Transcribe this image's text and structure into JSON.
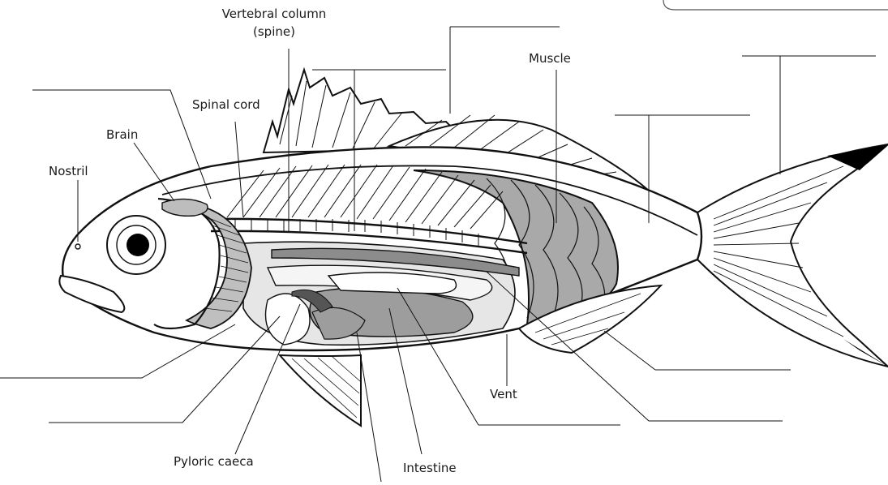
{
  "labels": {
    "vertebral_column_line1": "Vertebral column",
    "vertebral_column_line2": "(spine)",
    "muscle": "Muscle",
    "spinal_cord": "Spinal cord",
    "brain": "Brain",
    "nostril": "Nostril",
    "vent": "Vent",
    "pyloric_caeca": "Pyloric caeca",
    "intestine": "Intestine"
  },
  "colors": {
    "outline": "#111111",
    "organ_fill": "#dcdcdc",
    "organ_dark": "#8c8c8c",
    "muscle_fill": "#a9a9a9",
    "fin_tip": "#000000"
  }
}
